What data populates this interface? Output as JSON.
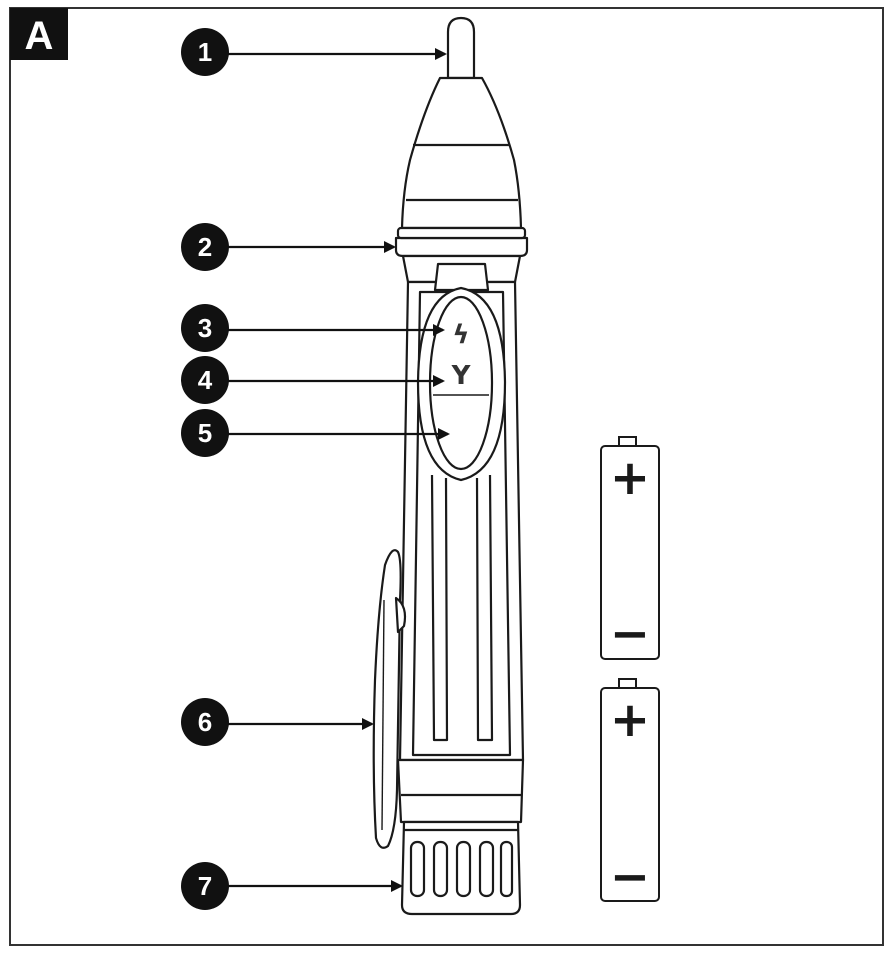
{
  "figure": {
    "label": "A"
  },
  "callouts": [
    {
      "number": "1",
      "target": "sensor-tip"
    },
    {
      "number": "2",
      "target": "tip-collar"
    },
    {
      "number": "3",
      "target": "voltage-symbol"
    },
    {
      "number": "4",
      "target": "signal-symbol"
    },
    {
      "number": "5",
      "target": "indicator-window"
    },
    {
      "number": "6",
      "target": "pocket-clip"
    },
    {
      "number": "7",
      "target": "battery-cap"
    }
  ],
  "batteries": [
    {
      "positive": "+",
      "negative": "−"
    },
    {
      "positive": "+",
      "negative": "−"
    }
  ],
  "symbols": {
    "voltage": "ϟ",
    "signal": "Y"
  },
  "colors": {
    "ink": "#1a1a1a",
    "paper": "#ffffff",
    "badge": "#111111"
  }
}
